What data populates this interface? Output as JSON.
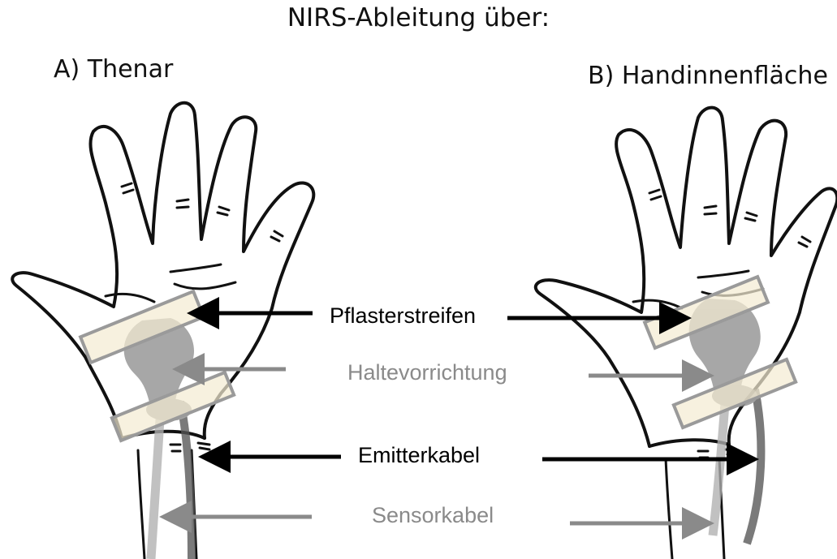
{
  "title": "NIRS-Ableitung über:",
  "panels": {
    "a_label": "A) Thenar",
    "b_label": "B) Handinnenfläche"
  },
  "labels": {
    "pflasterstreifen": "Pflasterstreifen",
    "haltevorrichtung": "Haltevorrichtung",
    "emitterkabel": "Emitterkabel",
    "sensorkabel": "Sensorkabel"
  },
  "colors": {
    "black_arrow": "#000000",
    "gray_arrow": "#8a8a8a",
    "tape": "#f5eed7",
    "tape_border": "#9a9a9a",
    "device": "#9c9c9c"
  }
}
